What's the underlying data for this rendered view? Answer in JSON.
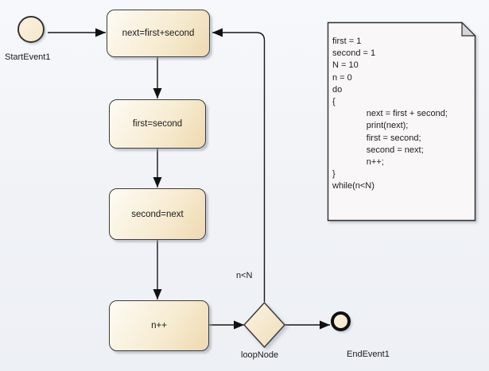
{
  "diagram": {
    "background_top": "#f6f8fb",
    "background_bottom": "#edf0f5",
    "node_fill_light": "#fdfbf4",
    "node_fill_dark": "#eed9b0",
    "node_border": "#3c3c3c",
    "connector_color": "#161616"
  },
  "nodes": {
    "start_event": {
      "label": "StartEvent1"
    },
    "action_next": {
      "label": "next=first+second"
    },
    "action_first": {
      "label": "first=second"
    },
    "action_second": {
      "label": "second=next"
    },
    "action_increment": {
      "label": "n++"
    },
    "loop_node": {
      "label": "loopNode"
    },
    "end_event": {
      "label": "EndEvent1"
    }
  },
  "edges": {
    "loop_back_guard": {
      "label": "n<N"
    }
  },
  "note": {
    "text": "first = 1\nsecond = 1\nN = 10\nn = 0\ndo\n{\n              next = first + second;\n              print(next);\n              first = second;\n              second = next;\n              n++;\n}\nwhile(n<N)"
  }
}
